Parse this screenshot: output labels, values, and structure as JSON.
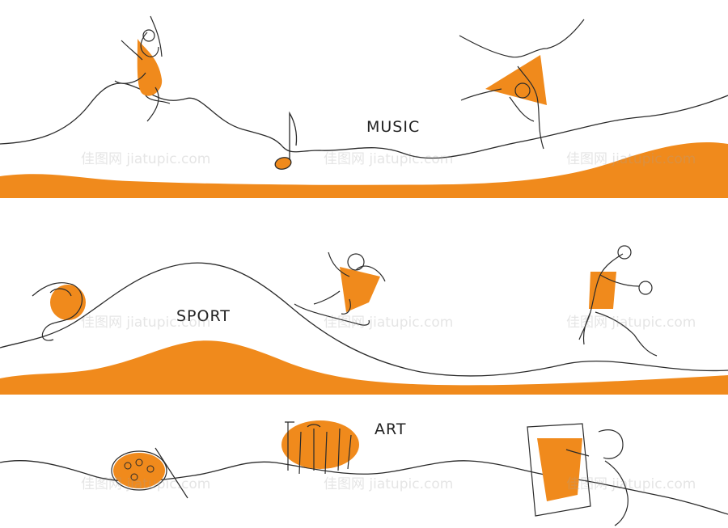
{
  "colors": {
    "accent": "#F08A1C",
    "line": "#2a2a2a",
    "background": "#ffffff"
  },
  "sections": [
    {
      "label": "MUSIC",
      "figures": [
        "jumping-dancer-figure",
        "music-note-icon",
        "breakdancer-figure"
      ]
    },
    {
      "label": "SPORT",
      "figures": [
        "soccer-player-figure",
        "snowboarder-figure",
        "basketball-player-figure"
      ]
    },
    {
      "label": "ART",
      "figures": [
        "paint-palette-icon",
        "brushes-cup-icon",
        "painter-at-canvas-figure"
      ]
    }
  ],
  "watermark": {
    "text": "佳图网 jiatupic.com"
  }
}
